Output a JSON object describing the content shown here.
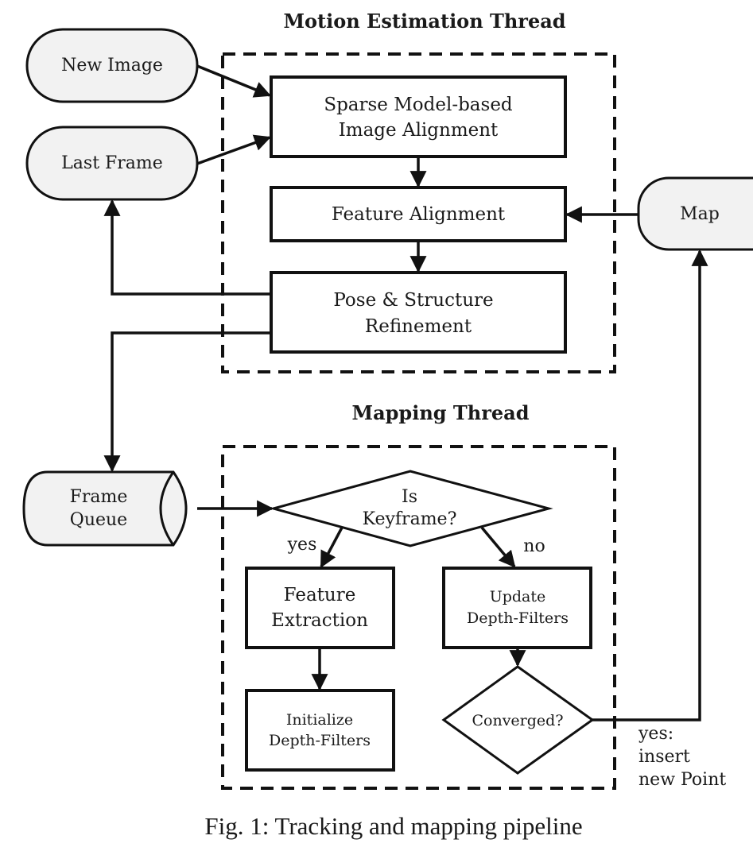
{
  "sections": {
    "motion_title": "Motion Estimation Thread",
    "mapping_title": "Mapping Thread"
  },
  "nodes": {
    "new_image": "New Image",
    "last_frame": "Last Frame",
    "sparse_line1": "Sparse Model-based",
    "sparse_line2": "Image Alignment",
    "feature_alignment": "Feature Alignment",
    "pose_line1": "Pose & Structure",
    "pose_line2": "Refinement",
    "map": "Map",
    "frame_queue_line1": "Frame",
    "frame_queue_line2": "Queue",
    "keyframe_line1": "Is",
    "keyframe_line2": "Keyframe?",
    "feature_extraction_line1": "Feature",
    "feature_extraction_line2": "Extraction",
    "update_df_line1": "Update",
    "update_df_line2": "Depth-Filters",
    "init_df_line1": "Initialize",
    "init_df_line2": "Depth-Filters",
    "converged": "Converged?"
  },
  "edge_labels": {
    "yes": "yes",
    "no": "no",
    "insert_line1": "yes:",
    "insert_line2": "insert",
    "insert_line3": "new Point"
  },
  "caption": "Fig. 1: Tracking and mapping pipeline",
  "colors": {
    "stroke": "#111111",
    "terminal_fill": "#f2f2f2",
    "box_fill": "#ffffff"
  }
}
